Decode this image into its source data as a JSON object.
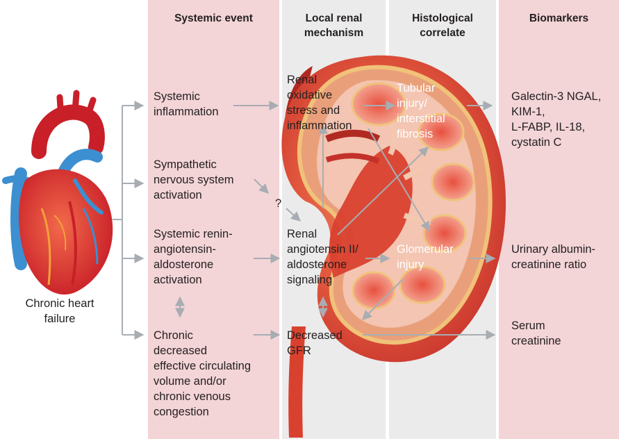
{
  "headers": {
    "systemic": "Systemic event",
    "local": "Local renal\nmechanism",
    "histo": "Histological\ncorrelate",
    "biomarkers": "Biomarkers"
  },
  "heart_label": "Chronic heart\nfailure",
  "question_mark": "?",
  "systemic_events": [
    "Systemic\ninflammation",
    "Sympathetic\nnervous system\nactivation",
    "Systemic renin-\nangiotensin-\naldosterone\nactivation",
    "Chronic\ndecreased\neffective circulating\nvolume and/or\nchronic venous\ncongestion"
  ],
  "local_mechanisms": [
    "Renal\noxidative\nstress and\ninflammation",
    "Renal\nangiotensin II/\naldosterone\nsignaling",
    "Decreased\nGFR"
  ],
  "histological": [
    "Tubular\ninjury/\ninterstitial\nfibrosis",
    "Glomerular\ninjury"
  ],
  "biomarkers": [
    "Galectin-3 NGAL,\nKIM-1,\nL-FABP, IL-18,\ncystatin C",
    "Urinary albumin-\ncreatinine ratio",
    "Serum\ncreatinine"
  ],
  "colors": {
    "pink_column": "#f3d4d7",
    "grey_column": "#ebebeb",
    "arrow": "#a7adb2",
    "kidney_outer": "#d9412f",
    "kidney_capsule": "#f1c27a",
    "heart_red": "#d8262e",
    "heart_blue": "#3c8fd0"
  }
}
